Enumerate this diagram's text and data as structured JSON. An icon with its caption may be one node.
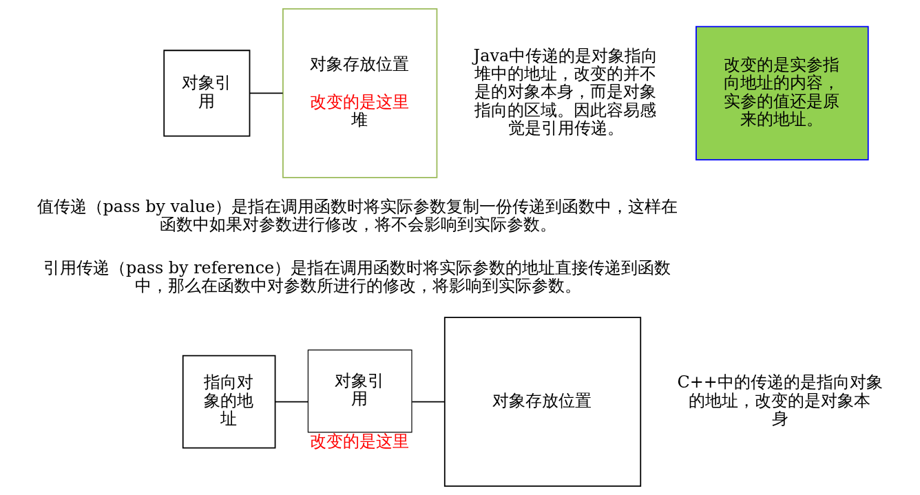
{
  "diagram": {
    "nodes": [
      {
        "text": [
          "对象引用"
        ]
      },
      {
        "text": [
          "对象存放位置",
          "改变的是这里",
          "堆"
        ]
      },
      {
        "text": [
          "改变的是实参指向地址的内容，实参的值还是原来的地址。"
        ]
      },
      {
        "text": [
          "指向对象的地址"
        ]
      },
      {
        "text": [
          "对象引用"
        ],
        "beside": [
          "改变的是这里"
        ]
      },
      {
        "text": [
          "对象存放位置"
        ]
      }
    ],
    "edges": [
      {
        "from": 0,
        "to": 1,
        "arrow": "none"
      },
      {
        "from": 3,
        "to": 4,
        "arrow": "none"
      },
      {
        "from": 4,
        "to": 5,
        "arrow": "none"
      }
    ],
    "labels": [
      "Java中传递的是对象指向堆中的地址，改变的并不是的对象本身，而是对象指向的区域。因此容易感觉是引用传递。",
      "值传递（pass by value）是指在调用函数时将实际参数复制一份传递到函数中，这样在函数中如果对参数进行修改，将不会影响到实际参数。",
      "引用传递（pass by reference）是指在调用函数时将实际参数的地址直接传递到函数中，那么在函数中对参数所进行的修改，将影响到实际参数。",
      "C++中的传递的是指向对象的地址，改变的是对象本身"
    ]
  }
}
